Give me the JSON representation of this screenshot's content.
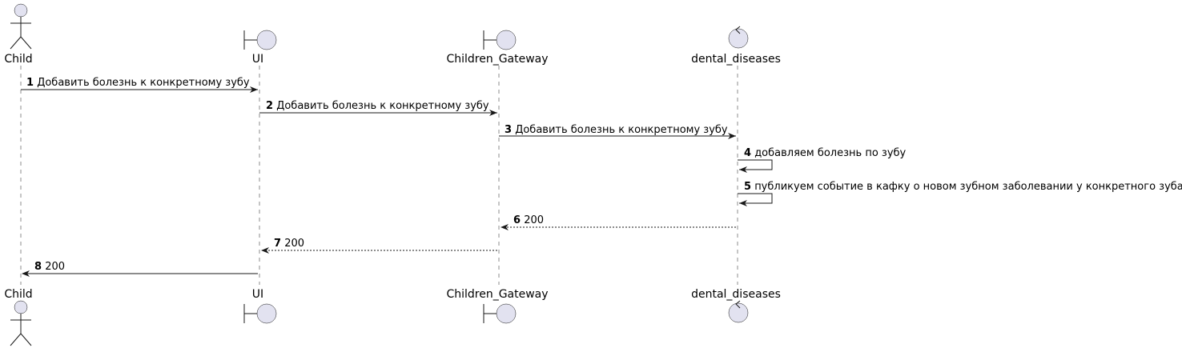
{
  "participants": [
    {
      "id": "child",
      "name": "Child",
      "kind": "actor"
    },
    {
      "id": "ui",
      "name": "UI",
      "kind": "boundary"
    },
    {
      "id": "gateway",
      "name": "Children_Gateway",
      "kind": "boundary"
    },
    {
      "id": "dental",
      "name": "dental_diseases",
      "kind": "control"
    }
  ],
  "messages": [
    {
      "num": "1",
      "text": "Добавить болезнь к конкретному зубу",
      "from": "child",
      "to": "ui",
      "style": "solid"
    },
    {
      "num": "2",
      "text": "Добавить болезнь к конкретному зубу",
      "from": "ui",
      "to": "gateway",
      "style": "solid"
    },
    {
      "num": "3",
      "text": "Добавить болезнь к конкретному зубу",
      "from": "gateway",
      "to": "dental",
      "style": "solid"
    },
    {
      "num": "4",
      "text": "добавляем болезнь по зубу",
      "from": "dental",
      "to": "dental",
      "style": "self"
    },
    {
      "num": "5",
      "text": "публикуем событие в кафку о новом зубном заболевании у конкретного зуба",
      "from": "dental",
      "to": "dental",
      "style": "self"
    },
    {
      "num": "6",
      "text": "200",
      "from": "dental",
      "to": "gateway",
      "style": "dashed"
    },
    {
      "num": "7",
      "text": "200",
      "from": "gateway",
      "to": "ui",
      "style": "dashed"
    },
    {
      "num": "8",
      "text": "200",
      "from": "ui",
      "to": "child",
      "style": "solid"
    }
  ],
  "colors": {
    "participant_fill": "#E2E2F0",
    "line": "#181818"
  }
}
